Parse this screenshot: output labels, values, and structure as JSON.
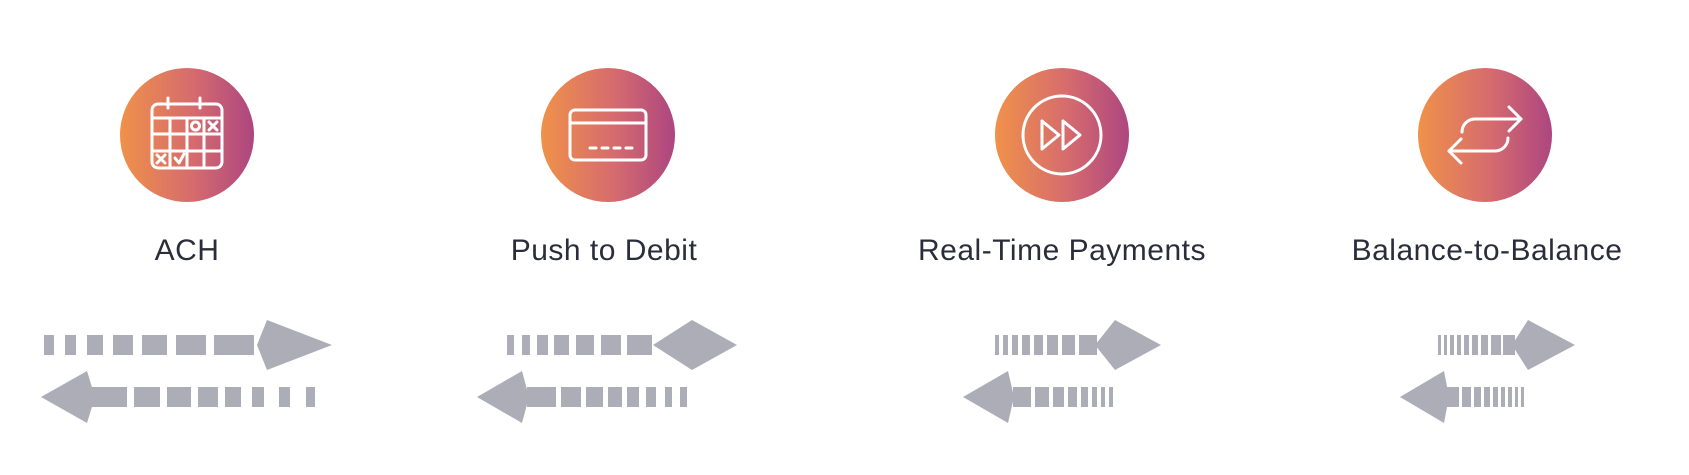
{
  "colors": {
    "gradient_start": "#f0914a",
    "gradient_end": "#ad4680",
    "icon_stroke": "#ffffff",
    "label_text": "#2b2d3a",
    "arrow_fill": "#adadb8"
  },
  "methods": [
    {
      "label": "ACH",
      "icon": "calendar-icon",
      "segment_density": "sparse"
    },
    {
      "label": "Push to Debit",
      "icon": "credit-card-icon",
      "segment_density": "medium"
    },
    {
      "label": "Real-Time Payments",
      "icon": "fast-forward-icon",
      "segment_density": "dense"
    },
    {
      "label": "Balance-to-Balance",
      "icon": "transfer-arrows-icon",
      "segment_density": "densest"
    }
  ]
}
